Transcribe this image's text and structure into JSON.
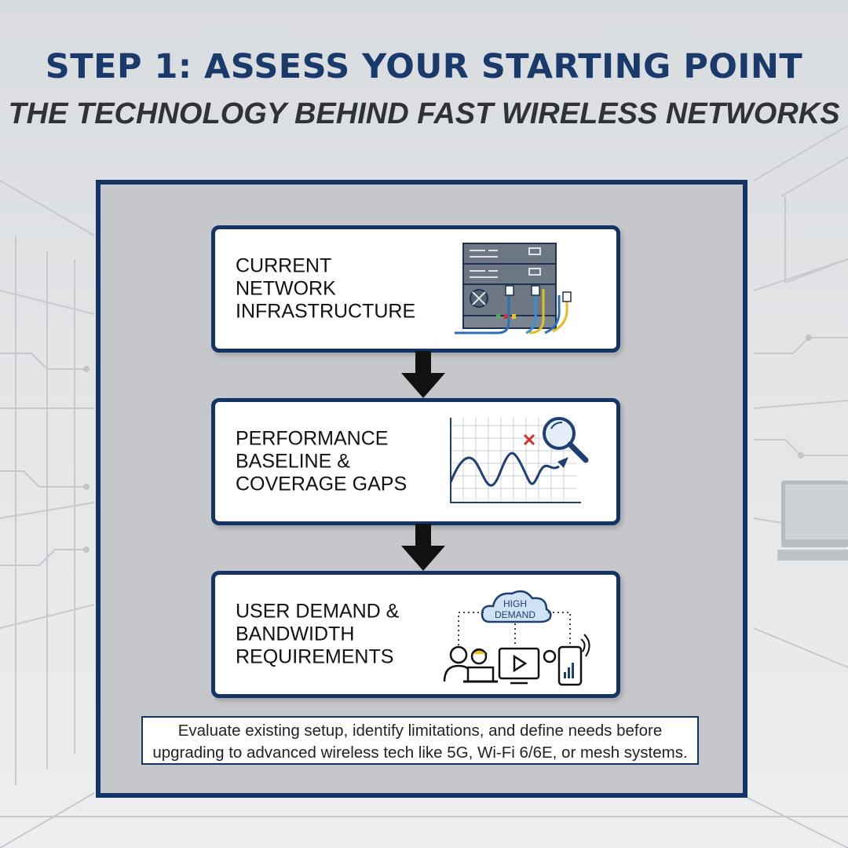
{
  "title": "STEP 1: ASSESS YOUR STARTING POINT",
  "subtitle": "THE TECHNOLOGY BEHIND FAST WIRELESS NETWORKS",
  "steps": [
    {
      "label": "CURRENT NETWORK\nINFRASTRUCTURE",
      "icon": "server-rack-icon"
    },
    {
      "label": "PERFORMANCE\nBASELINE &\nCOVERAGE GAPS",
      "icon": "performance-chart-magnifier-icon"
    },
    {
      "label": "USER DEMAND &\nBANDWIDTH\nREQUIREMENTS",
      "icon": "users-devices-cloud-icon"
    }
  ],
  "cloud_text": "HIGH\nDEMAND",
  "footnote": "Evaluate existing setup, identify limitations, and define needs before upgrading to advanced wireless tech like 5G, Wi-Fi 6/6E, or mesh systems.",
  "colors": {
    "title": "#1a3a6b",
    "frame_border": "#143466",
    "frame_fill": "#c5c7ca",
    "arrow": "#111111",
    "chart_line": "#1d3f73",
    "alert_x": "#d03030",
    "cloud_fill": "#cfe3f5"
  }
}
